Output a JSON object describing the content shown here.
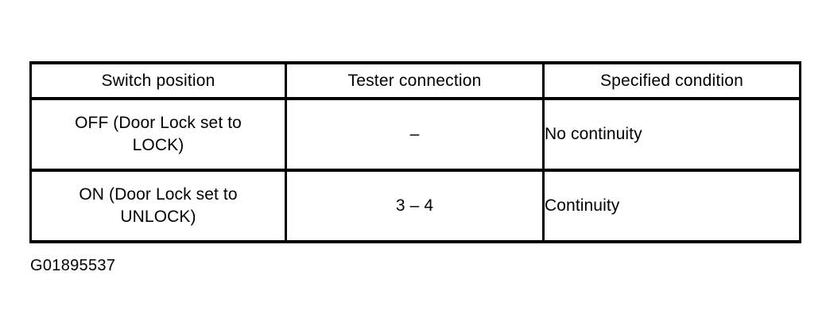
{
  "document": {
    "background_color": "#ffffff",
    "ink_color": "#000000"
  },
  "table": {
    "headers": [
      "Switch position",
      "Tester connection",
      "Specified  condition"
    ],
    "rows": [
      {
        "switch_position_line1": "OFF (Door Lock set to",
        "switch_position_line2": "LOCK)",
        "tester_connection": "–",
        "specified_condition": "No continuity"
      },
      {
        "switch_position_line1": "ON (Door Lock set to",
        "switch_position_line2": "UNLOCK)",
        "tester_connection": "3 – 4",
        "specified_condition": "Continuity"
      }
    ]
  },
  "caption": {
    "figure_id": "G01895537"
  }
}
